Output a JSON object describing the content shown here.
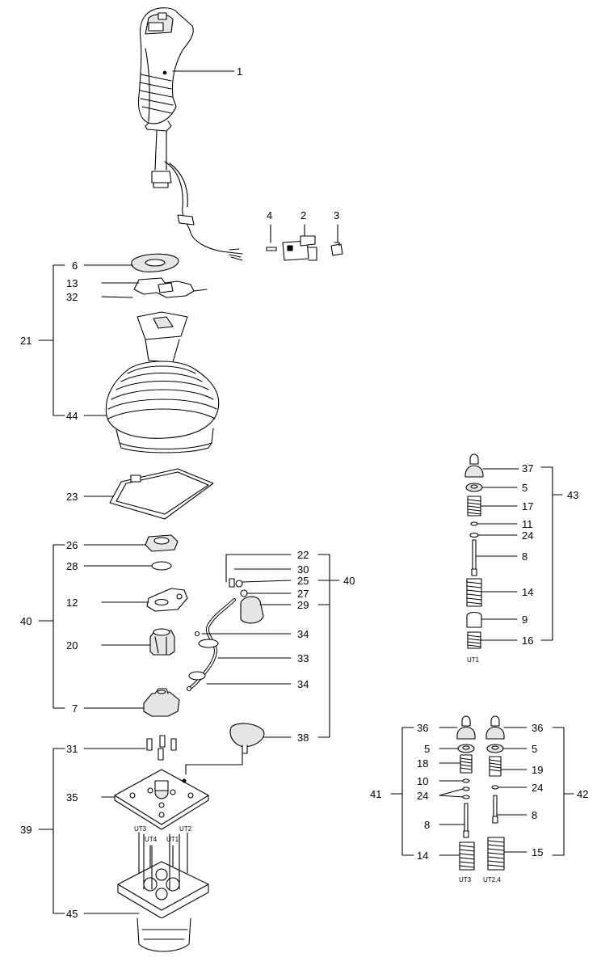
{
  "callouts": {
    "p1": "1",
    "p2": "2",
    "p3": "3",
    "p4": "4",
    "p6": "6",
    "p13": "13",
    "p32": "32",
    "p21": "21",
    "p44": "44",
    "p23": "23",
    "p26": "26",
    "p28": "28",
    "p12": "12",
    "p20": "20",
    "p7": "7",
    "p40_left": "40",
    "p22": "22",
    "p30": "30",
    "p25": "25",
    "p27": "27",
    "p29": "29",
    "p40_right": "40",
    "p34_a": "34",
    "p33": "33",
    "p34_b": "34",
    "p38": "38",
    "p31": "31",
    "p35": "35",
    "p39": "39",
    "p45": "45",
    "kit43": {
      "p37": "37",
      "p5": "5",
      "p17": "17",
      "p11": "11",
      "p24": "24",
      "p8": "8",
      "p14": "14",
      "p9": "9",
      "p16": "16",
      "p43": "43"
    },
    "kit41": {
      "p36": "36",
      "p5": "5",
      "p18": "18",
      "p10": "10",
      "p24": "24",
      "p8": "8",
      "p14": "14",
      "p41": "41"
    },
    "kit42": {
      "p36": "36",
      "p5": "5",
      "p19": "19",
      "p24": "24",
      "p8": "8",
      "p15": "15",
      "p42": "42"
    }
  },
  "port_labels": {
    "ut3_top": "UT3",
    "ut2_top": "UT2",
    "ut4": "UT4",
    "ut1": "UT1",
    "kit43": "UT1",
    "kit41": "UT3",
    "kit42": "UT2,4"
  },
  "colors": {
    "ink": "#000000",
    "part_fill": "#ffffff",
    "shade": "#d9d9d9"
  }
}
